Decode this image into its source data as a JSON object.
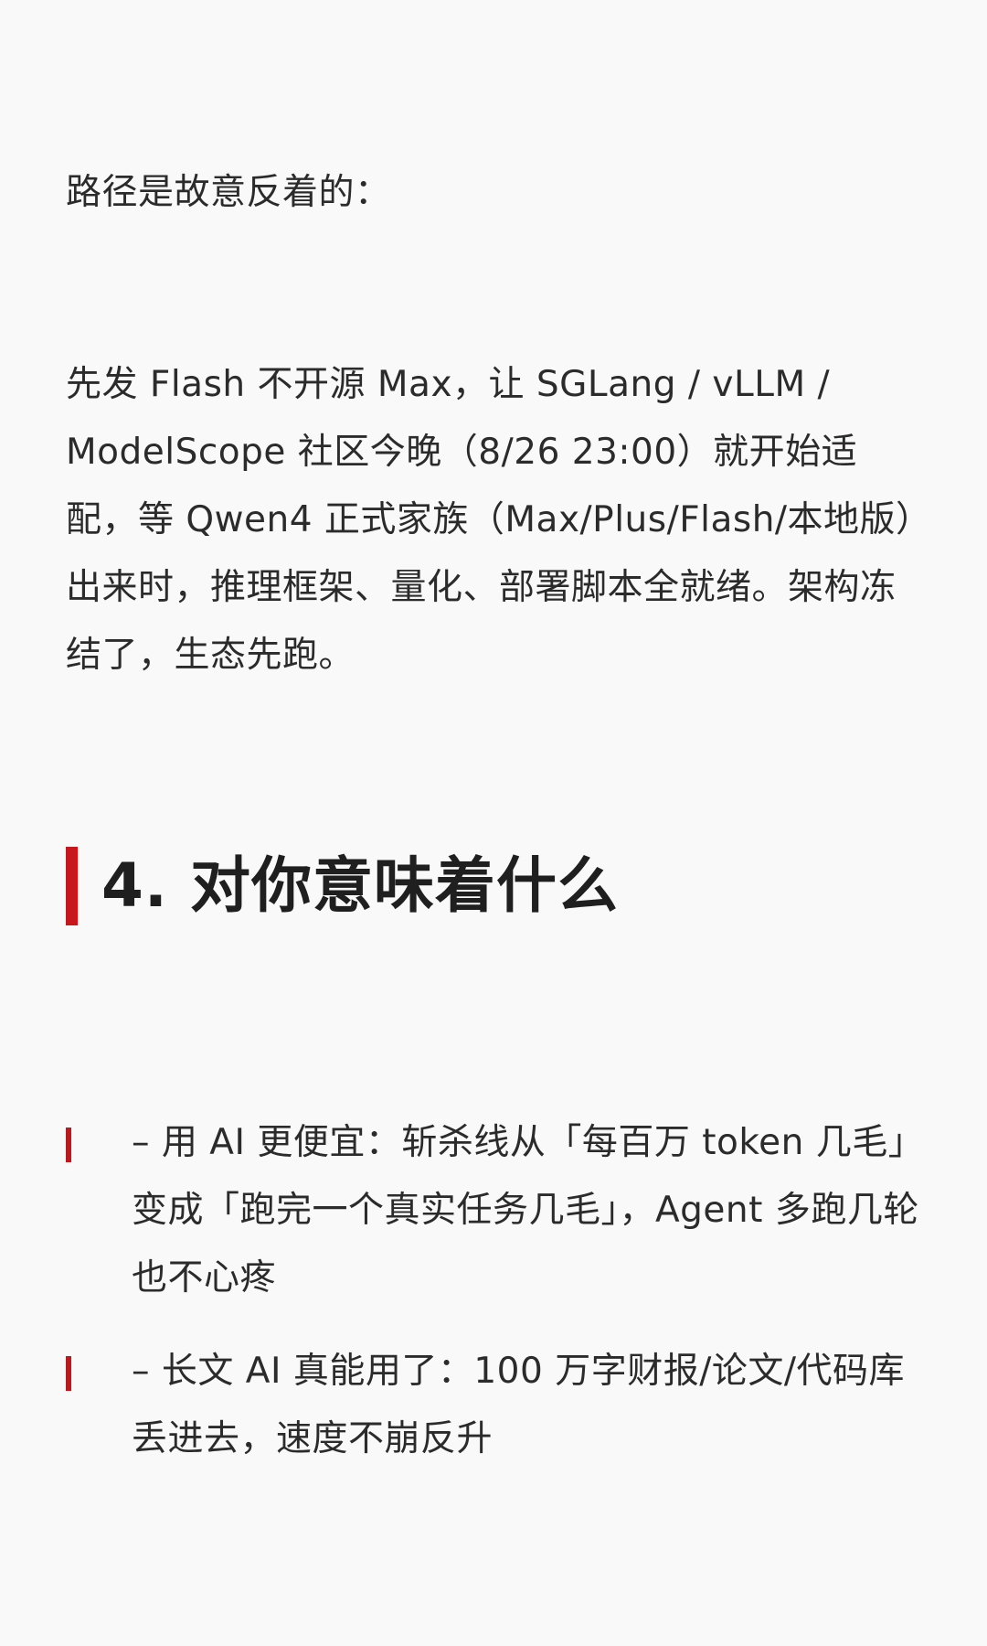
{
  "intro": {
    "text": "路径是故意反着的："
  },
  "main_paragraph": {
    "text": "先发 Flash 不开源 Max，让 SGLang / vLLM / ModelScope 社区今晚（8/26 23:00）就开始适配，等 Qwen4 正式家族（Max/Plus/Flash/本地版）出来时，推理框架、量化、部署脚本全就绪。架构冻结了，生态先跑。"
  },
  "section": {
    "title": "4. 对你意味着什么",
    "accent_color": "#c8161d"
  },
  "bullets": [
    {
      "text": "– 用 AI 更便宜：斩杀线从「每百万 token 几毛」变成「跑完一个真实任务几毛」，Agent 多跑几轮也不心疼"
    },
    {
      "text": "– 长文 AI 真能用了：100 万字财报/论文/代码库丢进去，速度不崩反升"
    }
  ]
}
